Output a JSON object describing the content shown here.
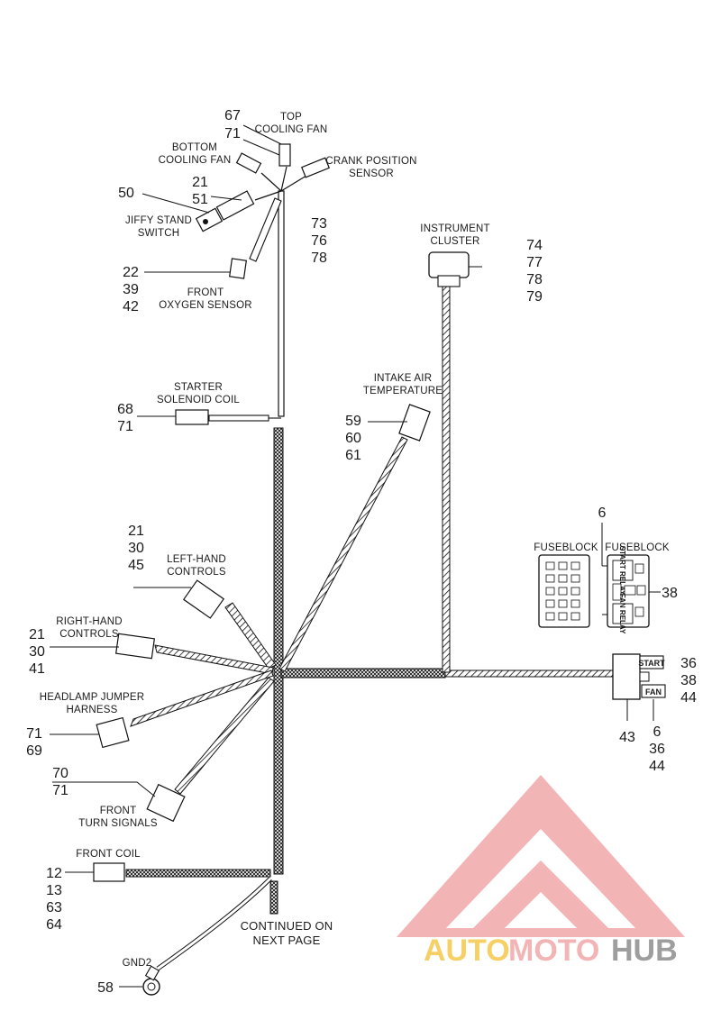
{
  "labels": {
    "top_cooling_fan": [
      "TOP",
      "COOLING FAN"
    ],
    "bottom_cooling_fan": [
      "BOTTOM",
      "COOLING FAN"
    ],
    "crank_position_sensor": [
      "CRANK POSITION",
      "SENSOR"
    ],
    "jiffy_stand_switch": [
      "JIFFY STAND",
      "SWITCH"
    ],
    "front_oxygen_sensor": [
      "FRONT",
      "OXYGEN SENSOR"
    ],
    "instrument_cluster": [
      "INSTRUMENT",
      "CLUSTER"
    ],
    "starter_solenoid_coil": [
      "STARTER",
      "SOLENOID COIL"
    ],
    "intake_air_temperature": [
      "INTAKE AIR",
      "TEMPERATURE"
    ],
    "fuseblock_left": "FUSEBLOCK",
    "fuseblock_right": "FUSEBLOCK",
    "left_hand_controls": [
      "LEFT-HAND",
      "CONTROLS"
    ],
    "right_hand_controls": [
      "RIGHT-HAND",
      "CONTROLS"
    ],
    "headlamp_jumper_harness": [
      "HEADLAMP JUMPER",
      "HARNESS"
    ],
    "front_turn_signals": [
      "FRONT",
      "TURN SIGNALS"
    ],
    "front_coil": "FRONT COIL",
    "continued": [
      "CONTINUED ON",
      "NEXT PAGE"
    ],
    "gnd2": "GND2",
    "relay_start": "START",
    "relay_fan": "FAN",
    "fuse_start_relay": "START RELAY",
    "fuse_fan_relay": "FAN RELAY"
  },
  "callouts": {
    "top_cooling_fan": [
      "67",
      "71"
    ],
    "jiffy_stand_a": "50",
    "jiffy_stand_b": [
      "21",
      "51"
    ],
    "crank_position_sensor": [
      "73",
      "76",
      "78"
    ],
    "front_oxygen_sensor": [
      "22",
      "39",
      "42"
    ],
    "instrument_cluster": [
      "74",
      "77",
      "78",
      "79"
    ],
    "starter_solenoid_coil": [
      "68",
      "71"
    ],
    "intake_air_temperature": [
      "59",
      "60",
      "61"
    ],
    "fuseblock_top": "6",
    "fuseblock_right": "38",
    "left_hand_controls": [
      "21",
      "30",
      "45"
    ],
    "right_hand_controls": [
      "21",
      "30",
      "41"
    ],
    "relay_right": [
      "36",
      "38",
      "44"
    ],
    "relay_bottom_left": "43",
    "relay_bottom_right": [
      "6",
      "36",
      "44"
    ],
    "headlamp_jumper_harness": [
      "71",
      "69"
    ],
    "front_turn_signals": [
      "70",
      "71"
    ],
    "front_coil": [
      "12",
      "13",
      "63",
      "64"
    ],
    "gnd2": "58"
  },
  "watermark": {
    "part1": "AUTO",
    "part2": "MOTO",
    "part3": "HUB",
    "color_primary": "#f0a8a8",
    "color_gold": "#f5c84a",
    "color_grey": "#8e8e8e"
  }
}
